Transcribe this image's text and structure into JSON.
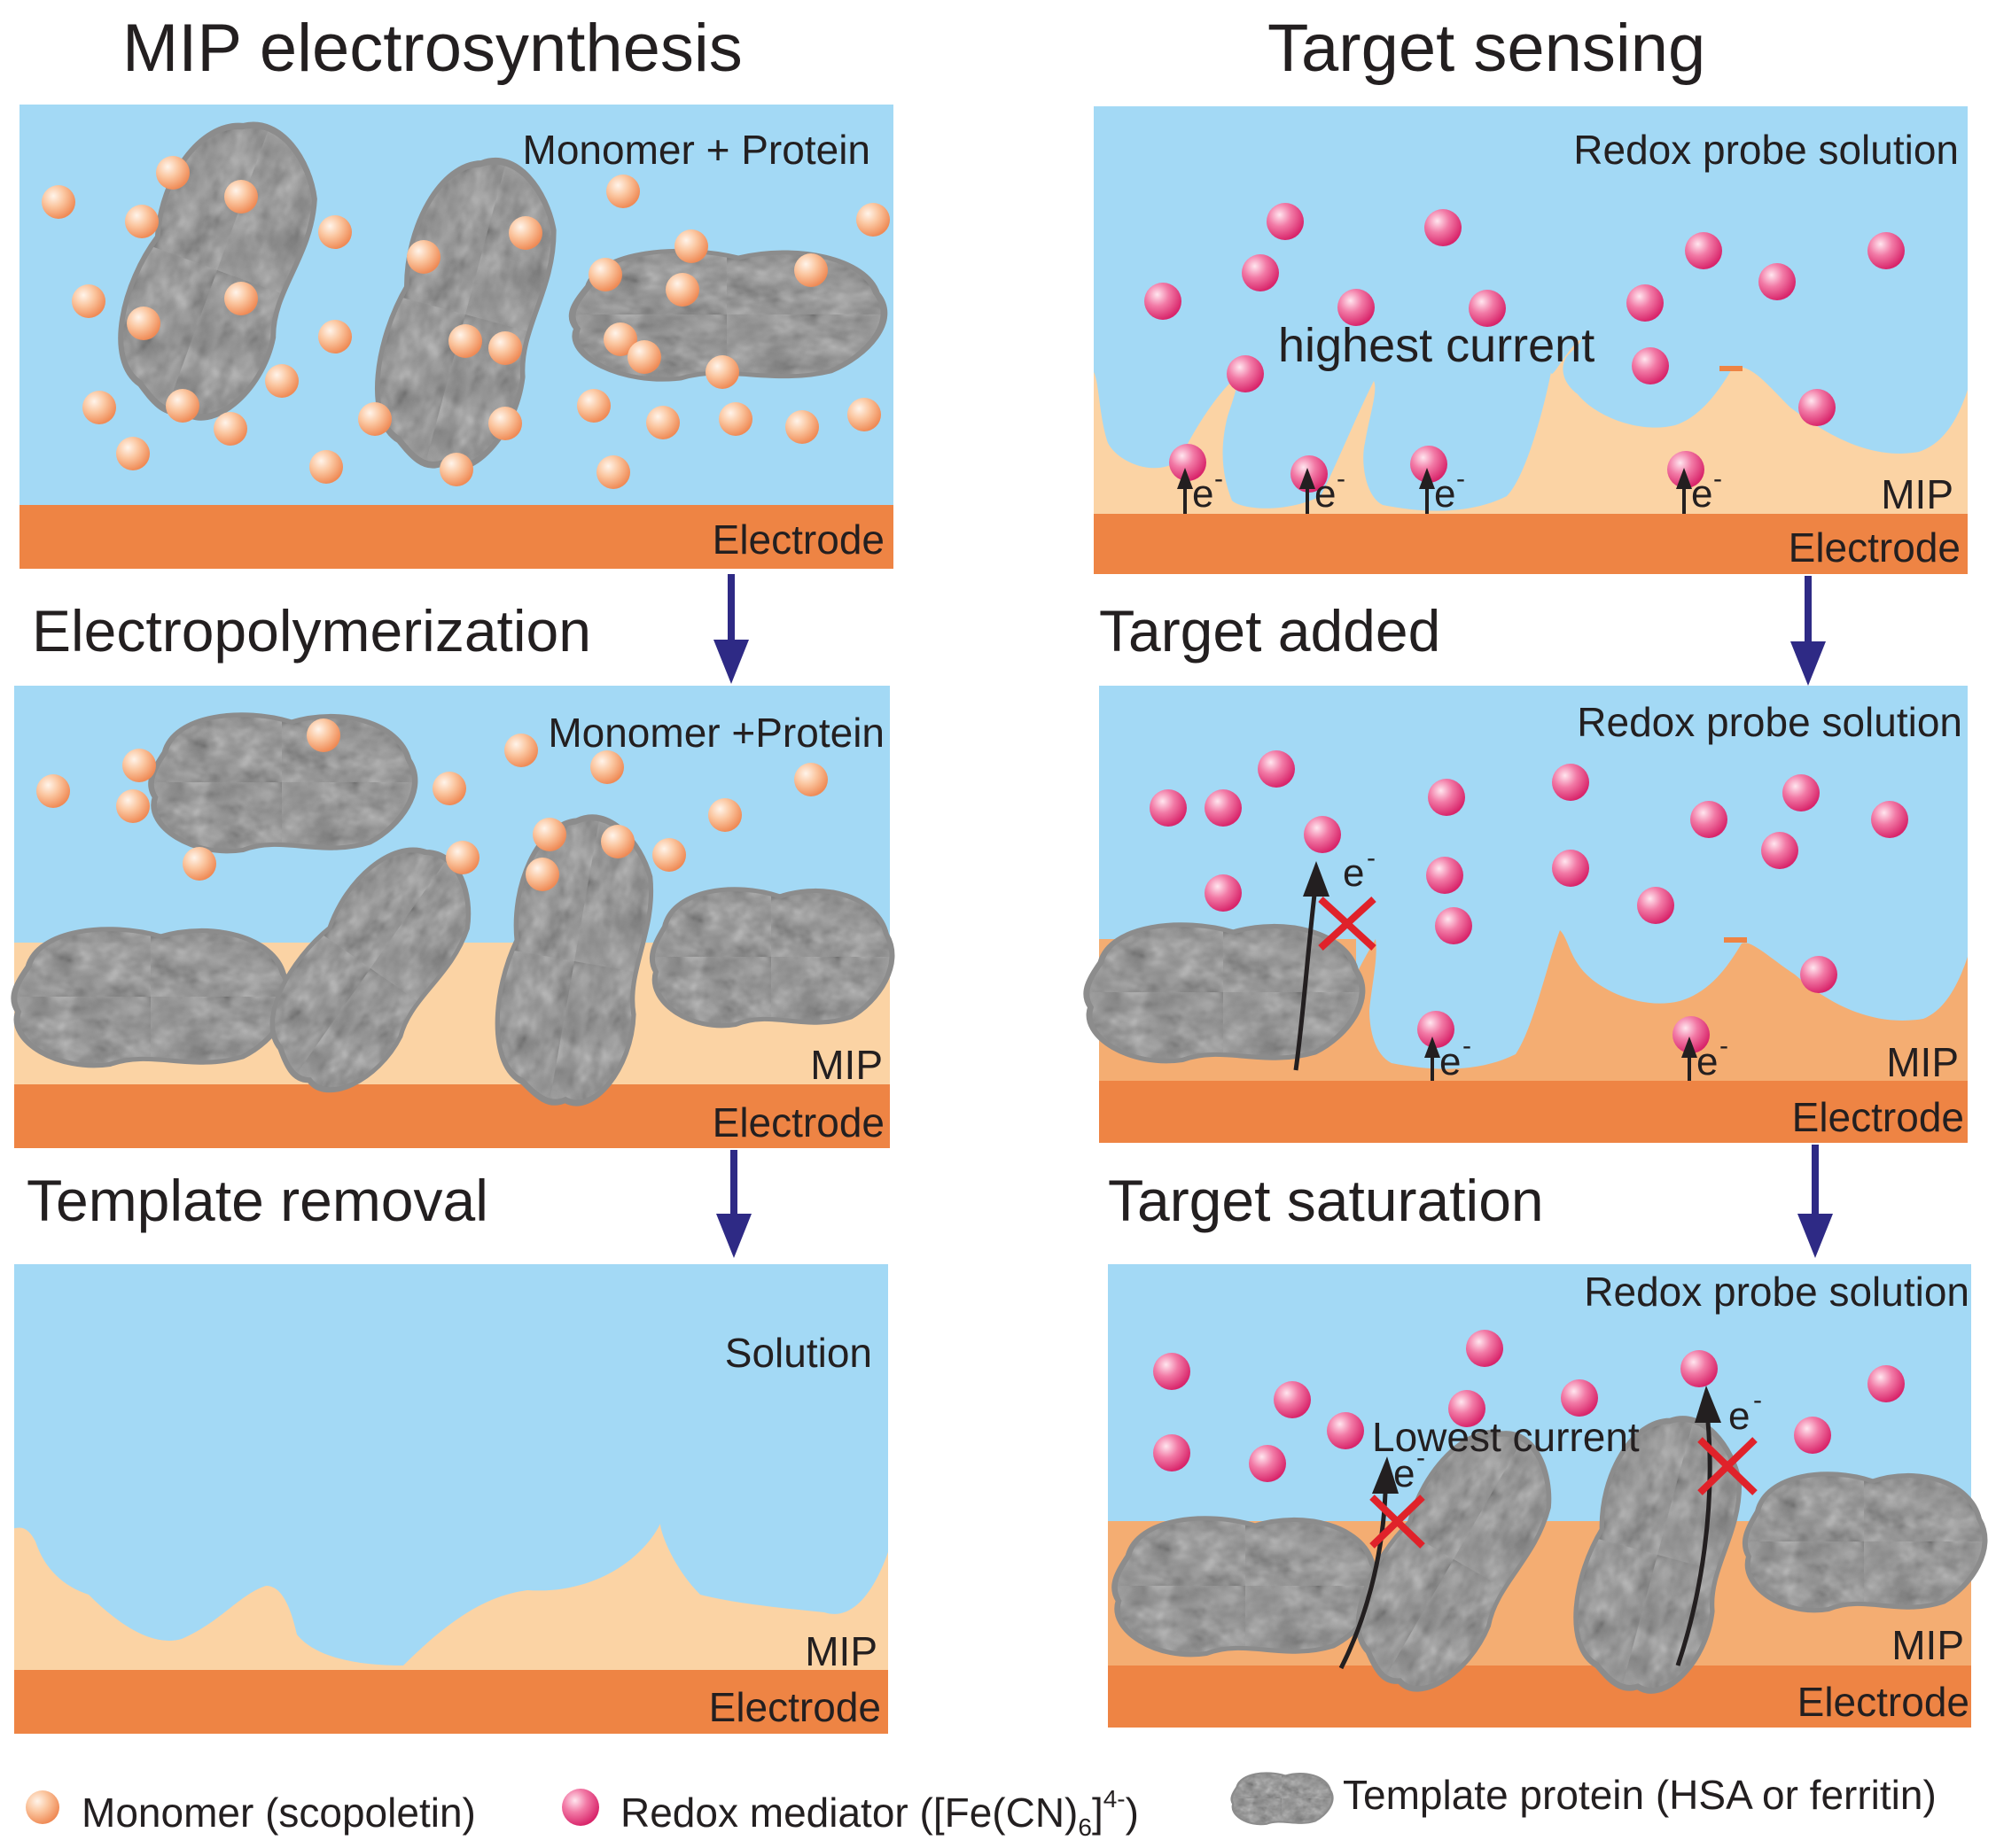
{
  "left_column": {
    "title": "MIP electrosynthesis",
    "panel1": {
      "solution_label": "Monomer + Protein",
      "electrode_label": "Electrode"
    },
    "step1_label": "Electropolymerization",
    "panel2": {
      "solution_label": "Monomer +Protein",
      "mip_label": "MIP",
      "electrode_label": "Electrode"
    },
    "step2_label": "Template removal",
    "panel3": {
      "solution_label": "Solution",
      "mip_label": "MIP",
      "electrode_label": "Electrode"
    }
  },
  "right_column": {
    "title": "Target sensing",
    "panel1": {
      "solution_label": "Redox probe solution",
      "current_label": "highest current",
      "mip_label": "MIP",
      "electrode_label": "Electrode"
    },
    "step1_label": "Target added",
    "panel2": {
      "solution_label": "Redox probe solution",
      "mip_label": "MIP",
      "electrode_label": "Electrode"
    },
    "step2_label": "Target saturation",
    "panel3": {
      "solution_label": "Redox probe solution",
      "current_label": "Lowest current",
      "mip_label": "MIP",
      "electrode_label": "Electrode"
    }
  },
  "electron_label": "e",
  "electron_charge": "-",
  "legend": {
    "monomer": "Monomer (scopoletin)",
    "redox_prefix": "Redox mediator ([Fe(CN)",
    "redox_sub": "6",
    "redox_bracket": "]",
    "redox_sup": "4-",
    "redox_suffix": ")",
    "template": "Template protein (HSA or ferritin)"
  },
  "colors": {
    "solution": "#a3d9f5",
    "electrode": "#ee8444",
    "mip_light": "#fbd3a4",
    "mip_dark": "#f4ad72",
    "arrow": "#2e2a85",
    "cross": "#e0222a",
    "monomer": "#f7a77a",
    "redox": "#ea4a86"
  }
}
